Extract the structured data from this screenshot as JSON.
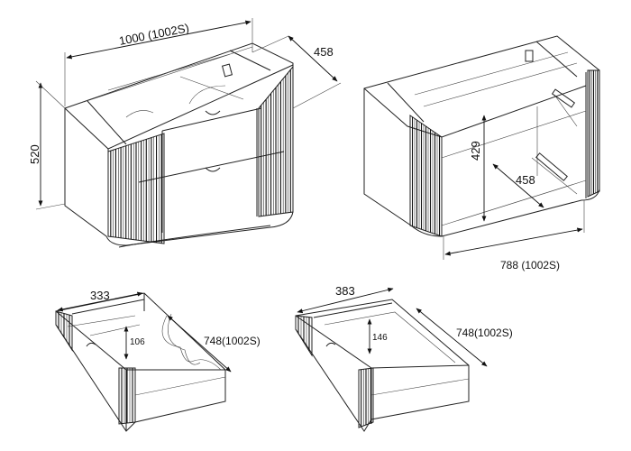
{
  "cabinet_full": {
    "width_label": "1000 (1002S)",
    "depth_label": "458",
    "height_label": "520"
  },
  "cabinet_frame": {
    "inner_height_label": "429",
    "inner_depth_label": "458",
    "inner_width_label": "788 (1002S)"
  },
  "drawer_top": {
    "width_label": "333",
    "height_label": "106",
    "depth_label": "748(1002S)"
  },
  "drawer_bottom": {
    "width_label": "383",
    "height_label": "146",
    "depth_label": "748(1002S)"
  }
}
